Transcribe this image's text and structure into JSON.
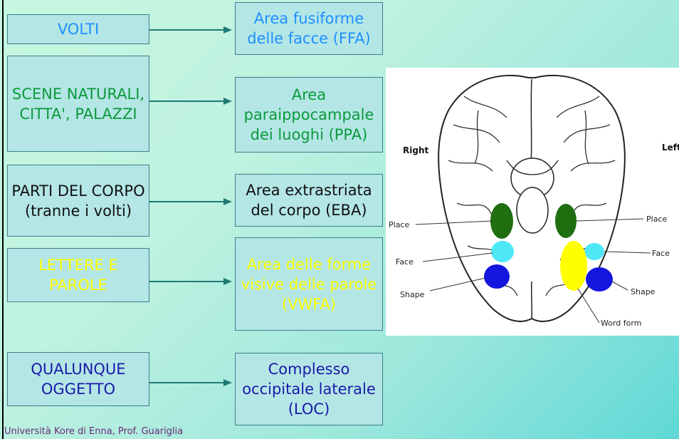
{
  "colors": {
    "blue_text": "#1e90ff",
    "green_text": "#0a9a3a",
    "black_text": "#111111",
    "yellow_text": "#ffff00",
    "navy_text": "#1a1aa8",
    "arrow": "#1f7a74",
    "region_place": "#1f6e10",
    "region_face": "#4fe8f7",
    "region_shape": "#1515e0",
    "region_word": "#ffff00"
  },
  "rows": [
    {
      "category": "VOLTI",
      "area": "Area fusiforme delle facce (FFA)"
    },
    {
      "category": "SCENE NATURALI, CITTA', PALAZZI",
      "area": "Area paraippocampale dei luoghi (PPA)"
    },
    {
      "category": "PARTI DEL CORPO (tranne i volti)",
      "area": "Area extrastriata del corpo (EBA)"
    },
    {
      "category": "LETTERE E PAROLE",
      "area": "Area delle forme visive delle parole (VWFA)"
    },
    {
      "category": "QUALUNQUE OGGETTO",
      "area": "Complesso occipitale laterale (LOC)"
    }
  ],
  "brain": {
    "right_label": "Right",
    "left_label": "Left",
    "place_left": "Place",
    "place_right": "Place",
    "face_left": "Face",
    "face_right": "Face",
    "shape_left": "Shape",
    "shape_right": "Shape",
    "word_form": "Word form"
  },
  "footer": "Università Kore di Enna, Prof. Guariglia"
}
